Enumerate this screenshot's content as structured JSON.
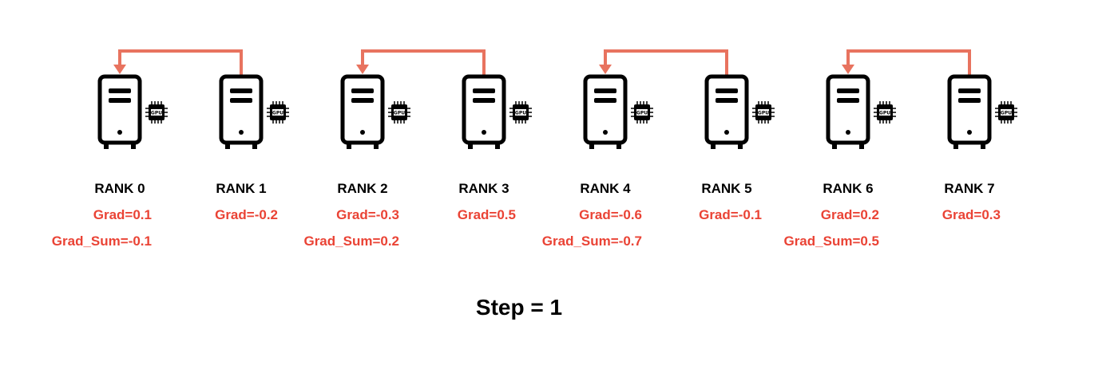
{
  "ranks": [
    {
      "label": "RANK 0",
      "grad": "Grad=0.1",
      "grad_sum": "Grad_Sum=-0.1"
    },
    {
      "label": "RANK 1",
      "grad": "Grad=-0.2",
      "grad_sum": ""
    },
    {
      "label": "RANK 2",
      "grad": "Grad=-0.3",
      "grad_sum": "Grad_Sum=0.2"
    },
    {
      "label": "RANK 3",
      "grad": "Grad=0.5",
      "grad_sum": ""
    },
    {
      "label": "RANK 4",
      "grad": "Grad=-0.6",
      "grad_sum": "Grad_Sum=-0.7"
    },
    {
      "label": "RANK 5",
      "grad": "Grad=-0.1",
      "grad_sum": ""
    },
    {
      "label": "RANK 6",
      "grad": "Grad=0.2",
      "grad_sum": "Grad_Sum=0.5"
    },
    {
      "label": "RANK 7",
      "grad": "Grad=0.3",
      "grad_sum": ""
    }
  ],
  "arrows": [
    {
      "from": "RANK 1",
      "to": "RANK 0"
    },
    {
      "from": "RANK 3",
      "to": "RANK 2"
    },
    {
      "from": "RANK 5",
      "to": "RANK 4"
    },
    {
      "from": "RANK 7",
      "to": "RANK 6"
    }
  ],
  "chip_text": "GPU",
  "step": "Step = 1",
  "colors": {
    "arrow": "#e8735f",
    "grad_text": "#ea4335",
    "server": "#000000"
  },
  "icons": [
    "server-icon",
    "gpu-chip-icon",
    "arrow-left-icon"
  ]
}
